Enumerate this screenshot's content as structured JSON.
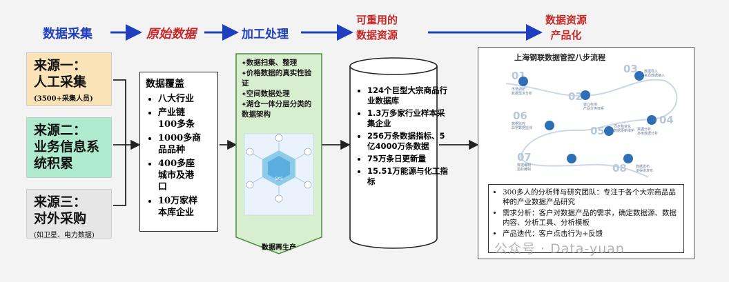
{
  "stages": {
    "s1": "数据采集",
    "s2": "原始数据",
    "s3": "加工处理",
    "s4": "可重用的\n数据资源",
    "s5": "数据资源\n产品化"
  },
  "sources": [
    {
      "title": "来源一：\n人工采集",
      "sub": "(3500+采集人员)"
    },
    {
      "title": "来源二：\n业务信息系\n统积累",
      "sub": ""
    },
    {
      "title": "来源三：\n对外采购",
      "sub": "(如卫星、电力数据)"
    }
  ],
  "raw": {
    "heading": "数据覆盖",
    "items": [
      "八大行业",
      "产业链\n100多条",
      "1000多商\n品品种",
      "400多座\n城市及港\n口",
      "10万家样\n本库企业"
    ]
  },
  "process": {
    "items": [
      "数据扫集、整理",
      "价格数据的真实性验证",
      "空间数据处理",
      "湖仓一体分层分类的数据架构"
    ],
    "center_label": "SKS",
    "footer": "数据再生产"
  },
  "resource": {
    "items": [
      "124个巨型大宗商品行业数据库",
      "1.3万多家行业样本采集企业",
      "256万条数据指标、5亿4000万条数据",
      "75万条日更新量",
      "15.51万能源与化工指标"
    ]
  },
  "product": {
    "title": "上海钢联数据管控八步流程",
    "steps": [
      {
        "n": "01",
        "label": "市场调研\n数据需求分析"
      },
      {
        "n": "02",
        "label": "建立标准\n产品分类体系"
      },
      {
        "n": "03",
        "label": "数据导入\n来源数据接入"
      },
      {
        "n": "04",
        "label": "数据分析\n多维数据分析"
      },
      {
        "n": "05",
        "label": "同步和变化\n数据更新维护"
      },
      {
        "n": "06",
        "label": "数据监控\n异常数据监测"
      },
      {
        "n": "07",
        "label": "数据编制\n指标编制"
      },
      {
        "n": "08",
        "label": "数据发布\n多渠道发布"
      }
    ],
    "bullets": [
      "300多人的分析师与研究团队：专注于各个大宗商品品种的产业数据产品研究",
      "需求分析：客户对数据产品的需求，确定数据源、数据内容、分析工具、分析模板",
      "产品迭代：客户点击行为+反馈"
    ]
  },
  "watermark": "公众号 · Data-yuan"
}
